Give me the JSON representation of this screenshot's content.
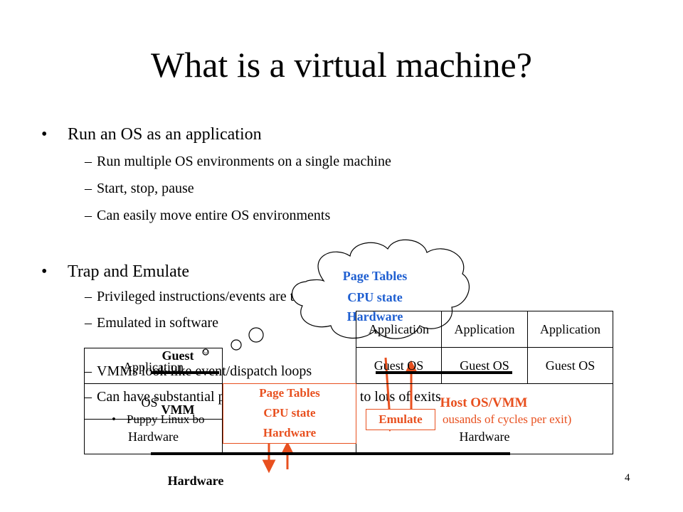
{
  "slide": {
    "title": "What is a virtual machine?",
    "page_number": "4"
  },
  "bullets": [
    {
      "text": "Run an OS as an application",
      "subs": [
        "Run multiple OS environments on a single machine",
        "Start, stop, pause",
        "Can easily move entire OS environments"
      ]
    },
    {
      "text": "Trap and Emulate",
      "subs": [
        "Privileged instructions/events are trapped by VMM",
        "Emulated in software",
        "VMMs look like event/dispatch loops",
        "Can have substantial performance impact due to lots of exits"
      ],
      "subsub": {
        "prefix": "Puppy Linux bo",
        "red_suffix": "mi",
        "red_tail": "ousands of cycles per exit)"
      }
    }
  ],
  "diagram": {
    "cloud": {
      "lines": [
        "Page Tables",
        "CPU state",
        "Hardware"
      ]
    },
    "left_stack": {
      "application": "Application",
      "guest": "Guest",
      "os": "OS",
      "vmm": "VMM",
      "hardware": "Hardware"
    },
    "vmm_box": {
      "lines": [
        "Page Tables",
        "CPU state",
        "Hardware"
      ]
    },
    "right_stack": {
      "applications": [
        "Application",
        "Application",
        "Application"
      ],
      "guest_oses": [
        "Guest OS",
        "Guest OS",
        "Guest OS"
      ],
      "host": "Host OS/VMM",
      "hardware": "Hardware"
    },
    "emulate_label": "Emulate",
    "bottom_label": "Hardware"
  },
  "colors": {
    "red": "#e8501f",
    "blue": "#1f5fd1"
  }
}
